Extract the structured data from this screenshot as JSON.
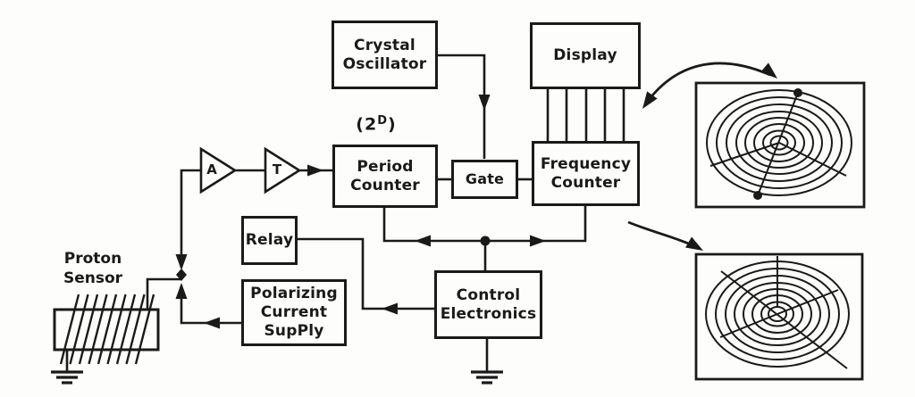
{
  "palette": {
    "ink": "#1a1a1a",
    "paper": "#fdfdfb"
  },
  "blocks": {
    "crystal_oscillator": {
      "label": "Crystal\nOscillator"
    },
    "display": {
      "label": "Display"
    },
    "period_counter": {
      "label": "Period\nCounter"
    },
    "period_counter_annotation": {
      "prefix": "(2",
      "sup": "D",
      "suffix": ")"
    },
    "gate": {
      "label": "Gate"
    },
    "frequency_counter": {
      "label": "Frequency\nCounter"
    },
    "relay": {
      "label": "Relay"
    },
    "polarizing_supply": {
      "label": "Polarizing\nCurrent\nSupPly"
    },
    "control_electronics": {
      "label": "Control\nElectronics"
    },
    "amplifier_a": {
      "label": "A"
    },
    "amplifier_t": {
      "label": "T"
    },
    "proton_sensor": {
      "label": "Proton\nSensor"
    }
  },
  "symbols": {
    "ground": "earth-ground-symbol",
    "junction": "wire-junction-dot",
    "sensor_coil": "inductor-coil-winding",
    "precession_pattern_top": "concentric-rings-with-axis-dots",
    "precession_pattern_bottom": "concentric-rings-with-spokes"
  }
}
